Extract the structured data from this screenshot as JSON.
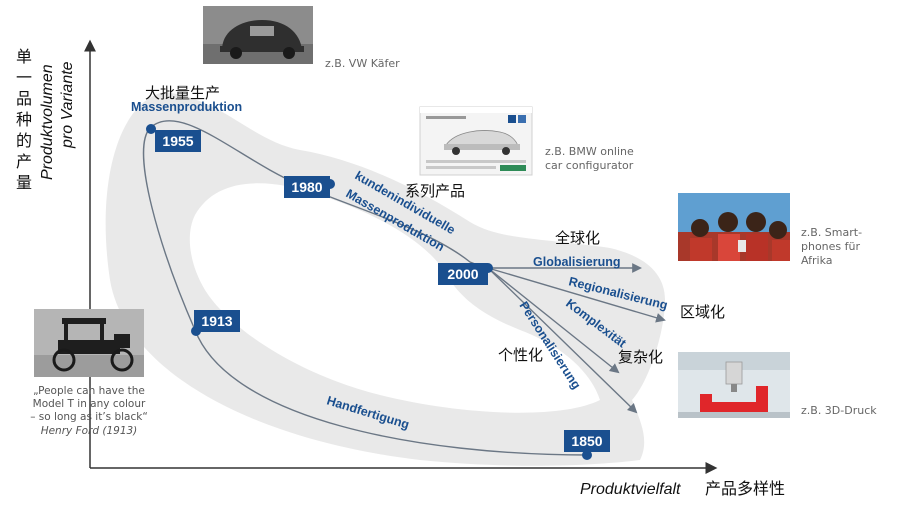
{
  "axes": {
    "y_label_cn": [
      "单",
      "一",
      "品",
      "种",
      "的",
      "产",
      "量"
    ],
    "y_label_de_1": "Produktvolumen",
    "y_label_de_2": "pro Variante",
    "x_label_de": "Produktvielfalt",
    "x_label_cn": "产品多样性"
  },
  "years": {
    "y1955": "1955",
    "y1980": "1980",
    "y2000": "2000",
    "y1913": "1913",
    "y1850": "1850"
  },
  "phases": {
    "massenproduktion": "Massenproduktion",
    "massenproduktion_cn": "大批量生产",
    "kundenindividuelle_1": "kundenindividuelle",
    "kundenindividuelle_2": "Massenproduktion",
    "kundenindividuelle_cn": "系列产品",
    "globalisierung": "Globalisierung",
    "globalisierung_cn": "全球化",
    "regionalisierung": "Regionalisierung",
    "regionalisierung_cn": "区域化",
    "komplexitaet": "Komplexität",
    "komplexitaet_cn": "复杂化",
    "personalisierung": "Personalisierung",
    "personalisierung_cn": "个性化",
    "handfertigung": "Handfertigung"
  },
  "examples": {
    "vw": "z.B. VW Käfer",
    "bmw_1": "z.B. BMW online",
    "bmw_2": "car configurator",
    "afrika_1": "z.B. Smart-",
    "afrika_2": "phones für",
    "afrika_3": "Afrika",
    "druck": "z.B. 3D-Druck"
  },
  "quote": {
    "line1": "„People can have the",
    "line2": "Model T in any colour",
    "line3": "– so long as it’s black“",
    "author": "Henry Ford (1913)"
  },
  "colors": {
    "accent": "#1a4f8f",
    "band": "#e9e9e9",
    "curve": "#6b7785"
  }
}
